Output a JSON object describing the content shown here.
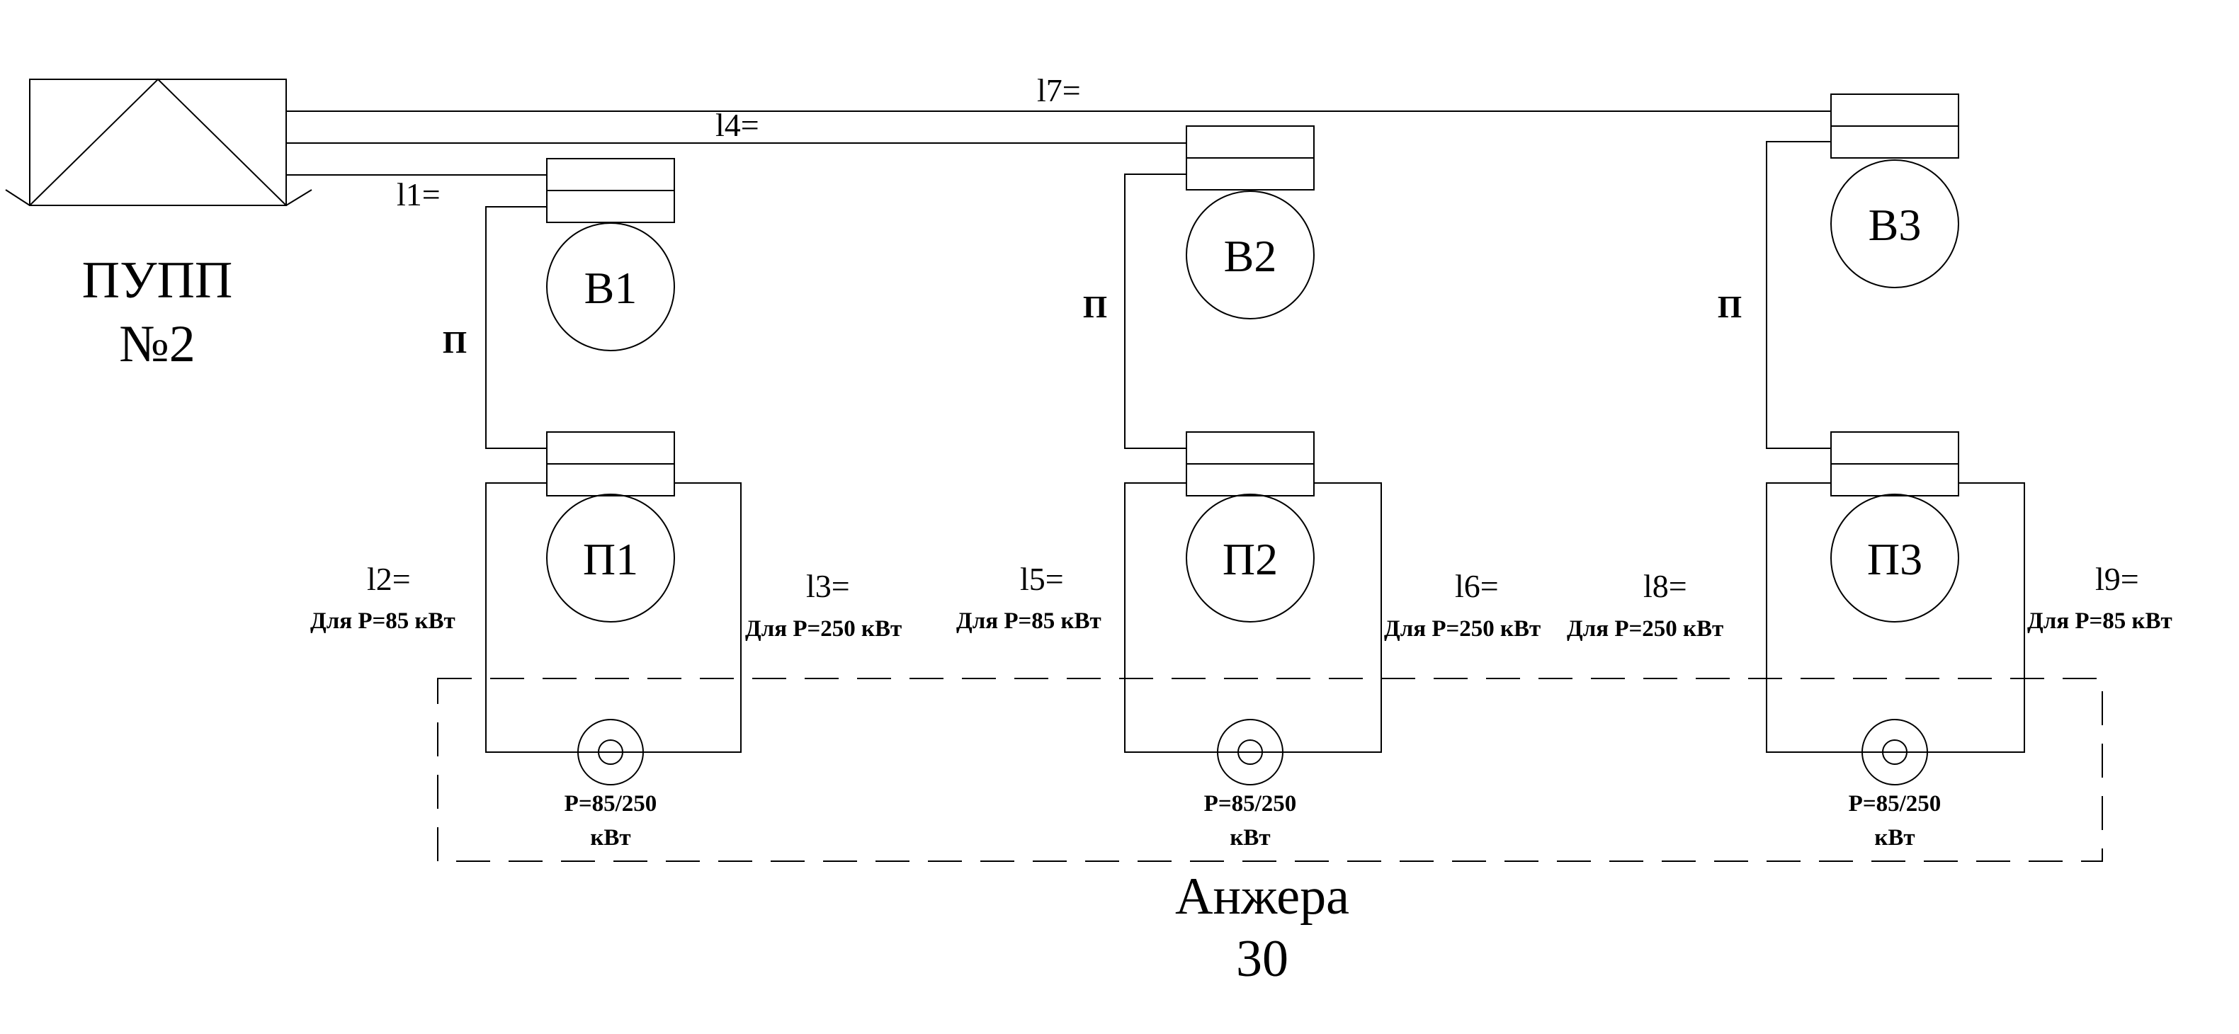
{
  "substation": {
    "line1": "ПУПП",
    "line2": "№2"
  },
  "cable_type": "П",
  "lengths": {
    "l1": "l1=",
    "l2": "l2=",
    "l3": "l3=",
    "l4": "l4=",
    "l5": "l5=",
    "l6": "l6=",
    "l7": "l7=",
    "l8": "l8=",
    "l9": "l9="
  },
  "blocks": [
    {
      "fan": "В1",
      "motor": "П1",
      "left_power": "Для Р=85 кВт",
      "right_power": "Для Р=250 кВт",
      "rating_line1": "Р=85/250",
      "rating_line2": "кВт"
    },
    {
      "fan": "В2",
      "motor": "П2",
      "left_power": "Для Р=85 кВт",
      "right_power": "Для Р=250 кВт",
      "rating_line1": "Р=85/250",
      "rating_line2": "кВт"
    },
    {
      "fan": "В3",
      "motor": "П3",
      "left_power": "Для Р=250 кВт",
      "right_power": "Для Р=85 кВт",
      "rating_line1": "Р=85/250",
      "rating_line2": "кВт"
    }
  ],
  "mine": {
    "line1": "Анжера",
    "line2": "30"
  }
}
